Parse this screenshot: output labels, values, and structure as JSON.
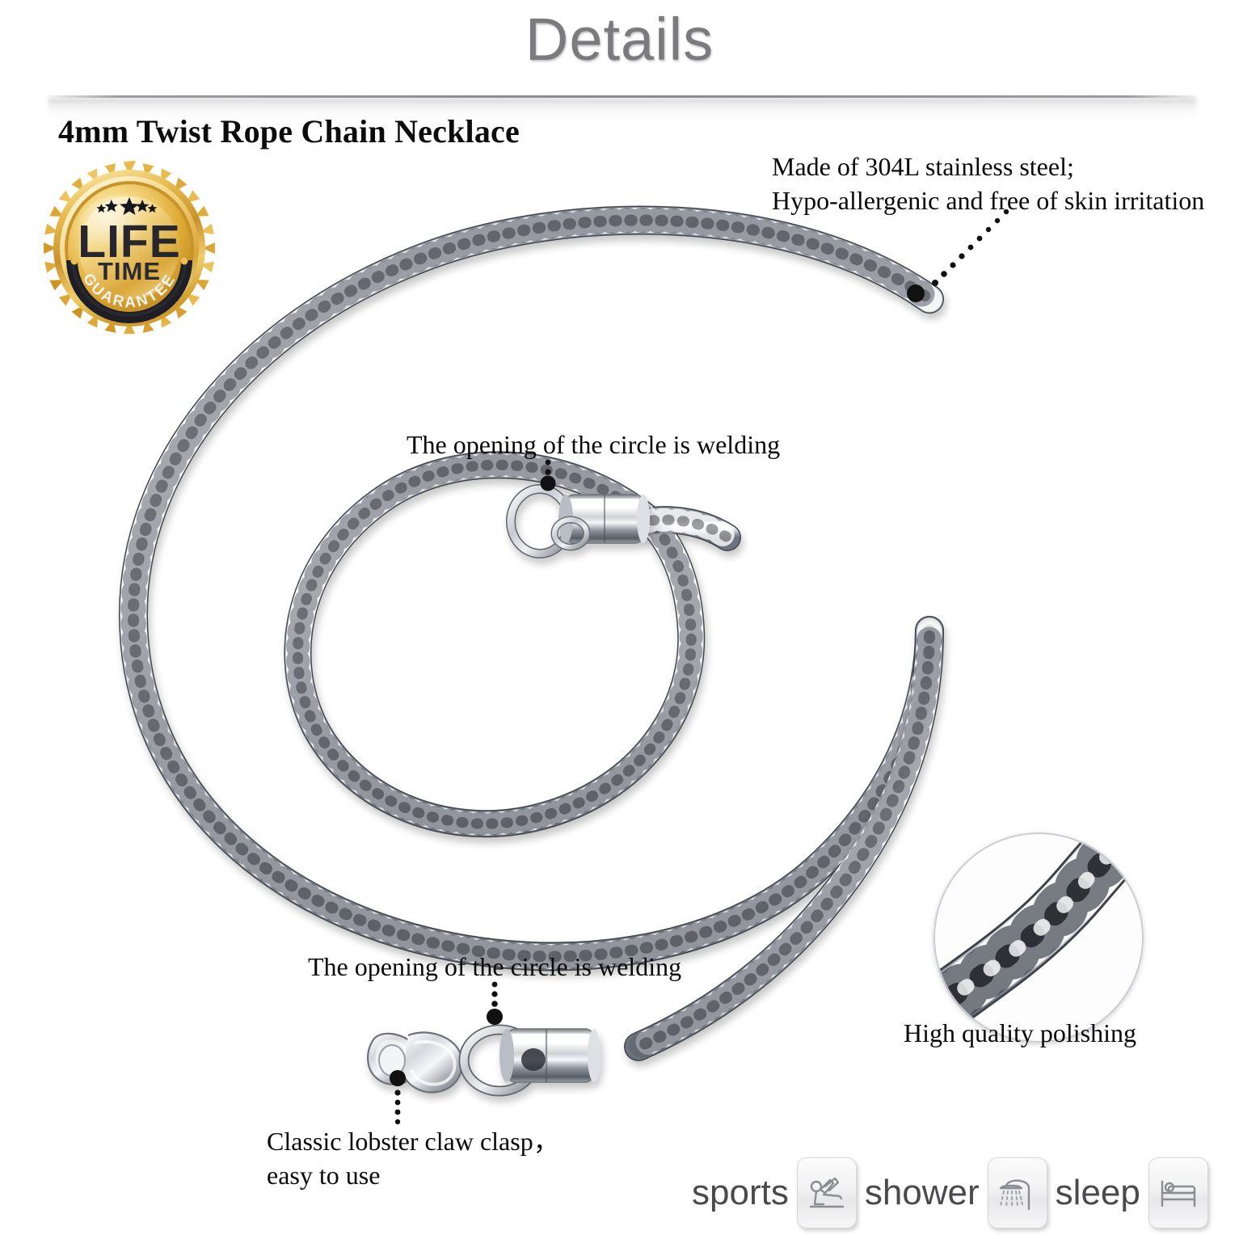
{
  "header": {
    "title": "Details"
  },
  "product": {
    "title": "4mm Twist Rope Chain Necklace"
  },
  "badge": {
    "line1": "LIFE",
    "line2": "TIME",
    "arc": "GUARANTEE",
    "star_count": 5,
    "gold_light": "#f7dc7a",
    "gold_mid": "#e6b43a",
    "gold_dark": "#c8902a",
    "ink": "#1c1c22"
  },
  "annotations": {
    "material": "Made of 304L stainless steel;\nHypo-allergenic and free of skin irritation",
    "welding_top": "The opening of the circle is welding",
    "welding_bottom": "The opening of the circle is welding",
    "clasp": "Classic lobster claw clasp，\neasy to use",
    "polishing": "High quality polishing"
  },
  "activities": [
    {
      "label": "sports",
      "icon": "sports-icon"
    },
    {
      "label": "shower",
      "icon": "shower-icon"
    },
    {
      "label": "sleep",
      "icon": "sleep-icon"
    }
  ],
  "colors": {
    "title_gray": "#7b7b7d",
    "text_black": "#0a0a0a",
    "metal_light": "#ffffff",
    "metal_mid": "#c9ccd2",
    "metal_dark": "#6e747d",
    "icon_gray": "#4a4a4c"
  }
}
